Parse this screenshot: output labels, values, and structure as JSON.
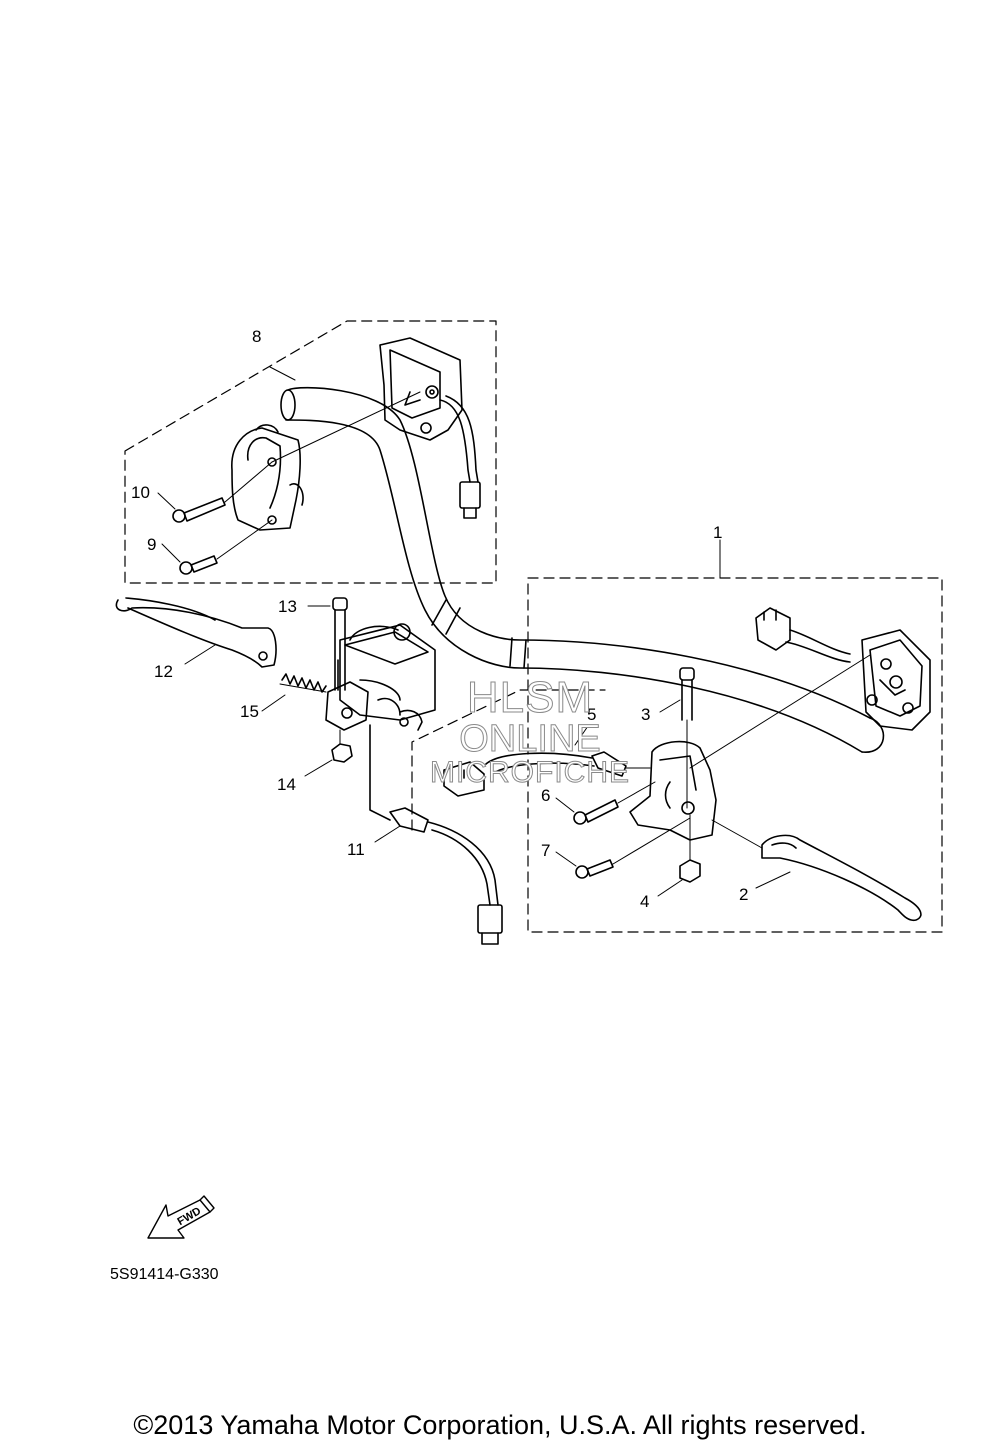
{
  "diagram": {
    "callouts": [
      {
        "id": "1",
        "label": "1"
      },
      {
        "id": "2",
        "label": "2"
      },
      {
        "id": "3",
        "label": "3"
      },
      {
        "id": "4",
        "label": "4"
      },
      {
        "id": "5",
        "label": "5"
      },
      {
        "id": "6",
        "label": "6"
      },
      {
        "id": "7",
        "label": "7"
      },
      {
        "id": "8",
        "label": "8"
      },
      {
        "id": "9",
        "label": "9"
      },
      {
        "id": "10",
        "label": "10"
      },
      {
        "id": "11",
        "label": "11"
      },
      {
        "id": "12",
        "label": "12"
      },
      {
        "id": "13",
        "label": "13"
      },
      {
        "id": "14",
        "label": "14"
      },
      {
        "id": "15",
        "label": "15"
      }
    ],
    "fwd_label": "FWD",
    "reference_code": "5S91414-G330"
  },
  "watermark": {
    "line1": "HLSM",
    "line2": "ONLINE",
    "line3": "MICROFICHE"
  },
  "footer": {
    "copyright": "©2013 Yamaha Motor Corporation, U.S.A. All rights reserved."
  }
}
